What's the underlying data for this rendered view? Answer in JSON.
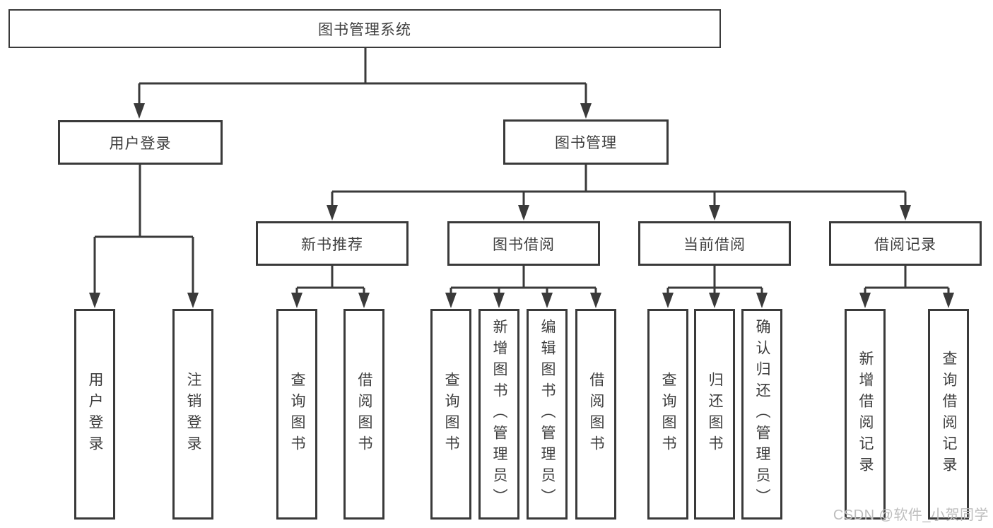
{
  "diagram": {
    "type": "functional-structure-tree",
    "tree": {
      "root": {
        "label": "图书管理系统",
        "children": [
          {
            "label": "用户登录",
            "children": [
              {
                "label": "用户登录"
              },
              {
                "label": "注销登录"
              }
            ]
          },
          {
            "label": "图书管理",
            "children": [
              {
                "label": "新书推荐",
                "children": [
                  {
                    "label": "查询图书"
                  },
                  {
                    "label": "借阅图书"
                  }
                ]
              },
              {
                "label": "图书借阅",
                "children": [
                  {
                    "label": "查询图书"
                  },
                  {
                    "label": "新增图书（管理员）"
                  },
                  {
                    "label": "编辑图书（管理员）"
                  },
                  {
                    "label": "借阅图书"
                  }
                ]
              },
              {
                "label": "当前借阅",
                "children": [
                  {
                    "label": "查询图书"
                  },
                  {
                    "label": "归还图书"
                  },
                  {
                    "label": "确认归还（管理员）"
                  }
                ]
              },
              {
                "label": "借阅记录",
                "children": [
                  {
                    "label": "新增借阅记录"
                  },
                  {
                    "label": "查询借阅记录"
                  }
                ]
              }
            ]
          }
        ]
      }
    }
  },
  "watermark": {
    "text": "CSDN @软件_小贺同学"
  },
  "colors": {
    "background": "#ffffff",
    "box_border": "#3a3a3a",
    "connector_line": "#3a3a3a",
    "text": "#3d3d3d",
    "watermark_text": "#bdbdbd"
  }
}
